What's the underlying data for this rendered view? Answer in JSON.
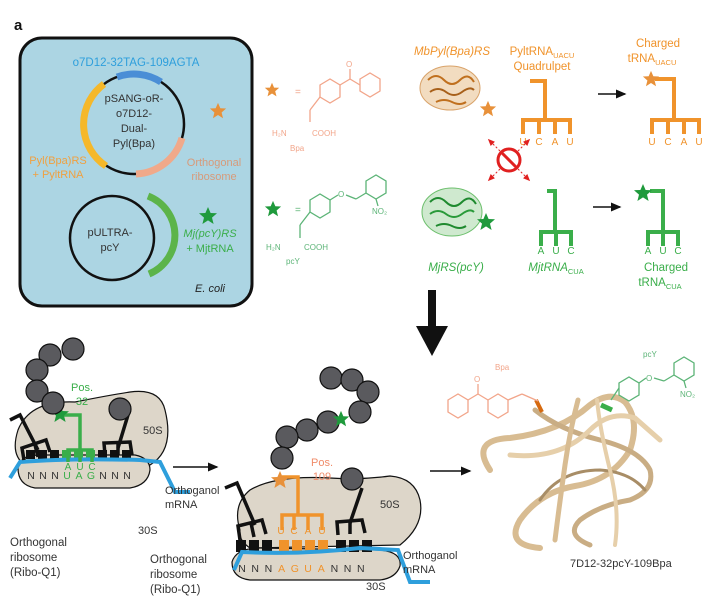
{
  "panel_label": "a",
  "colors": {
    "orange": "#f0932b",
    "salmon": "#f08c6a",
    "green": "#3aae4a",
    "dark_green": "#1f9a3c",
    "blue": "#2e9fdc",
    "box_bg": "#acd5e3",
    "ribosome_fill": "#ddd6c9",
    "bead": "#5a5a5e",
    "red": "#e02020"
  },
  "cell": {
    "construct_label": "o7D12-32TAG-109AGTA",
    "plasmid1": {
      "lines": [
        "pSANG-oR-",
        "o7D12-",
        "Dual-",
        "Pyl(Bpa)"
      ]
    },
    "plasmid2": {
      "lines": [
        "pULTRA-",
        "pcY"
      ]
    },
    "pyl_label": [
      "Pyl(Bpa)RS",
      "+ PyltRNA"
    ],
    "ortho_ribosome_label": [
      "Orthogonal",
      "ribosome"
    ],
    "mj_label": [
      "Mj(pcY)RS",
      "+ MjtRNA"
    ],
    "organism": "E. coli"
  },
  "structures": {
    "bpa": {
      "equals": "=",
      "amine": "H₂N",
      "acid": "COOH",
      "carbonyl": "O",
      "name": "Bpa"
    },
    "pcy": {
      "equals": "=",
      "amine": "H₂N",
      "acid": "COOH",
      "ether": "O",
      "nitro": "NO₂",
      "name": "pcY"
    }
  },
  "orthogonality": {
    "mb_enzyme": "MbPyl(Bpa)RS",
    "pyl_trna": [
      "PyltRNA",
      "UACU",
      "Quadrulpet"
    ],
    "pyl_anticodon": [
      "U",
      "C",
      "A",
      "U"
    ],
    "charged_pyl": [
      "Charged",
      "tRNA",
      "UACU"
    ],
    "mj_enzyme": "MjRS(pcY)",
    "mj_trna": [
      "MjtRNA",
      "CUA"
    ],
    "mj_anticodon": [
      "A",
      "U",
      "C"
    ],
    "charged_mj": [
      "Charged",
      "tRNA",
      "CUA"
    ]
  },
  "ribosome1": {
    "position_label": [
      "Pos.",
      "32"
    ],
    "anticodon": [
      "A",
      "U",
      "C"
    ],
    "mrna_codons": [
      "N",
      "N",
      "N",
      "U",
      "A",
      "G",
      "N",
      "N",
      "N"
    ],
    "large_subunit": "50S",
    "small_subunit": "30S",
    "mrna_label": [
      "Orthoganol",
      "mRNA"
    ],
    "ribosome_label": [
      "Orthogonal",
      "ribosome",
      "(Ribo-Q1)"
    ]
  },
  "ribosome2": {
    "position_label": [
      "Pos.",
      "109"
    ],
    "anticodon": [
      "U",
      "C",
      "A",
      "U"
    ],
    "mrna_codons": [
      "N",
      "N",
      "N",
      "A",
      "G",
      "U",
      "A",
      "N",
      "N",
      "N"
    ],
    "large_subunit": "50S",
    "small_subunit": "30S",
    "mrna_label": [
      "Orthoganol",
      "mRNA"
    ],
    "ribosome_label": [
      "Orthogonal",
      "ribosome",
      "(Ribo-Q1)"
    ]
  },
  "product": {
    "bpa_label": "Bpa",
    "pcy_label": "pcY",
    "ether": "O",
    "carbonyl": "O",
    "nitro": "NO₂",
    "name": "7D12-32pcY-109Bpa"
  }
}
